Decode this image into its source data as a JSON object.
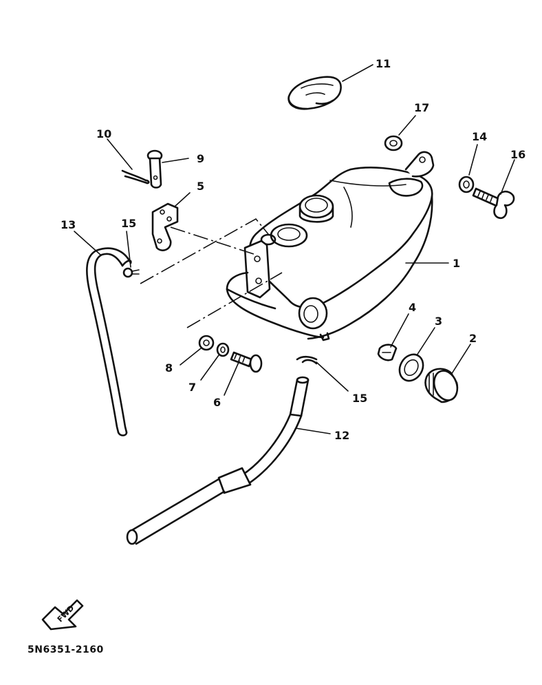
{
  "diagram": {
    "part_number": "5N6351-2160",
    "fwd_label": "FWD"
  },
  "callouts": [
    {
      "id": "1",
      "label": "1"
    },
    {
      "id": "2",
      "label": "2"
    },
    {
      "id": "3",
      "label": "3"
    },
    {
      "id": "4",
      "label": "4"
    },
    {
      "id": "5",
      "label": "5"
    },
    {
      "id": "6",
      "label": "6"
    },
    {
      "id": "7",
      "label": "7"
    },
    {
      "id": "8",
      "label": "8"
    },
    {
      "id": "9",
      "label": "9"
    },
    {
      "id": "10",
      "label": "10"
    },
    {
      "id": "11",
      "label": "11"
    },
    {
      "id": "12",
      "label": "12"
    },
    {
      "id": "13",
      "label": "13"
    },
    {
      "id": "14",
      "label": "14"
    },
    {
      "id": "15a",
      "label": "15"
    },
    {
      "id": "15b",
      "label": "15"
    },
    {
      "id": "16",
      "label": "16"
    },
    {
      "id": "17",
      "label": "17"
    }
  ]
}
